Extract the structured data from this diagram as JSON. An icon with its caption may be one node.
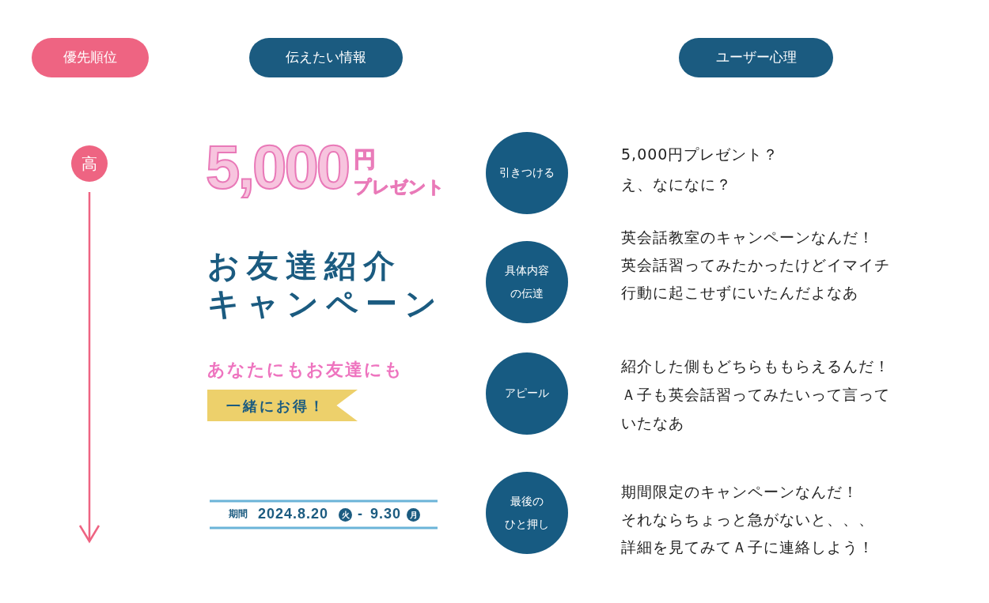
{
  "diagram": {
    "nodes": [
      {
        "text": [
          "優先順位"
        ]
      },
      {
        "text": [
          "伝えたい情報"
        ]
      },
      {
        "text": [
          "ユーザー心理"
        ]
      },
      {
        "text": [
          "高"
        ]
      },
      {
        "text": [
          "引きつける"
        ]
      },
      {
        "text": [
          "具体内容の伝達"
        ]
      },
      {
        "text": [
          "アピール"
        ]
      },
      {
        "text": [
          "一緒にお得！"
        ]
      },
      {
        "text": [
          "最後のひと押し"
        ]
      },
      {
        "text": [
          "火"
        ]
      },
      {
        "text": [
          "月"
        ]
      }
    ],
    "labels": [
      "5,000",
      "円",
      "プレゼント",
      "5,000円プレゼント？え、なになに？",
      "お友達紹介キャンペーン",
      "英会話教室のキャンペーンなんだ！英会話習ってみたかったけどイマイチ行動に起こせずにいたんだよなあ",
      "あなたにもお友達にも",
      "紹介した側もどちらももらえるんだ！Ａ子も英会話習ってみたいって言っていたなあ",
      "期間",
      "2024.8.20",
      "-",
      "9.30",
      "期間限定のキャンペーンなんだ！それならちょっと急がないと、、、詳細を見てみてＡ子に連絡しよう！"
    ]
  }
}
